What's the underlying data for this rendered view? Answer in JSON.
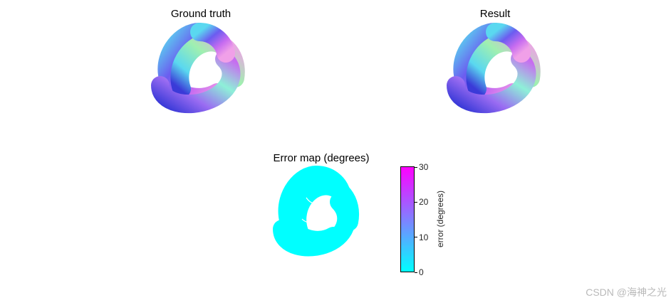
{
  "panels": {
    "ground_truth": {
      "title": "Ground truth"
    },
    "result": {
      "title": "Result"
    },
    "error_map": {
      "title": "Error map (degrees)"
    }
  },
  "chart_data": {
    "type": "heatmap",
    "colorbar": {
      "label": "error (degrees)",
      "ticks": [
        0,
        10,
        20,
        30
      ],
      "range": [
        0,
        30
      ],
      "colors": [
        "#00ffff",
        "#8080ff",
        "#ff00ff"
      ]
    }
  },
  "colors": {
    "error_fill": "#00ffff",
    "knot_shades": [
      "#3a3ad8",
      "#6b5cf0",
      "#9a6cf2",
      "#c76cf0",
      "#f0a0e8",
      "#8ef0d8",
      "#5ad8f0",
      "#a0f0b0"
    ]
  },
  "watermark": "CSDN @海神之光"
}
